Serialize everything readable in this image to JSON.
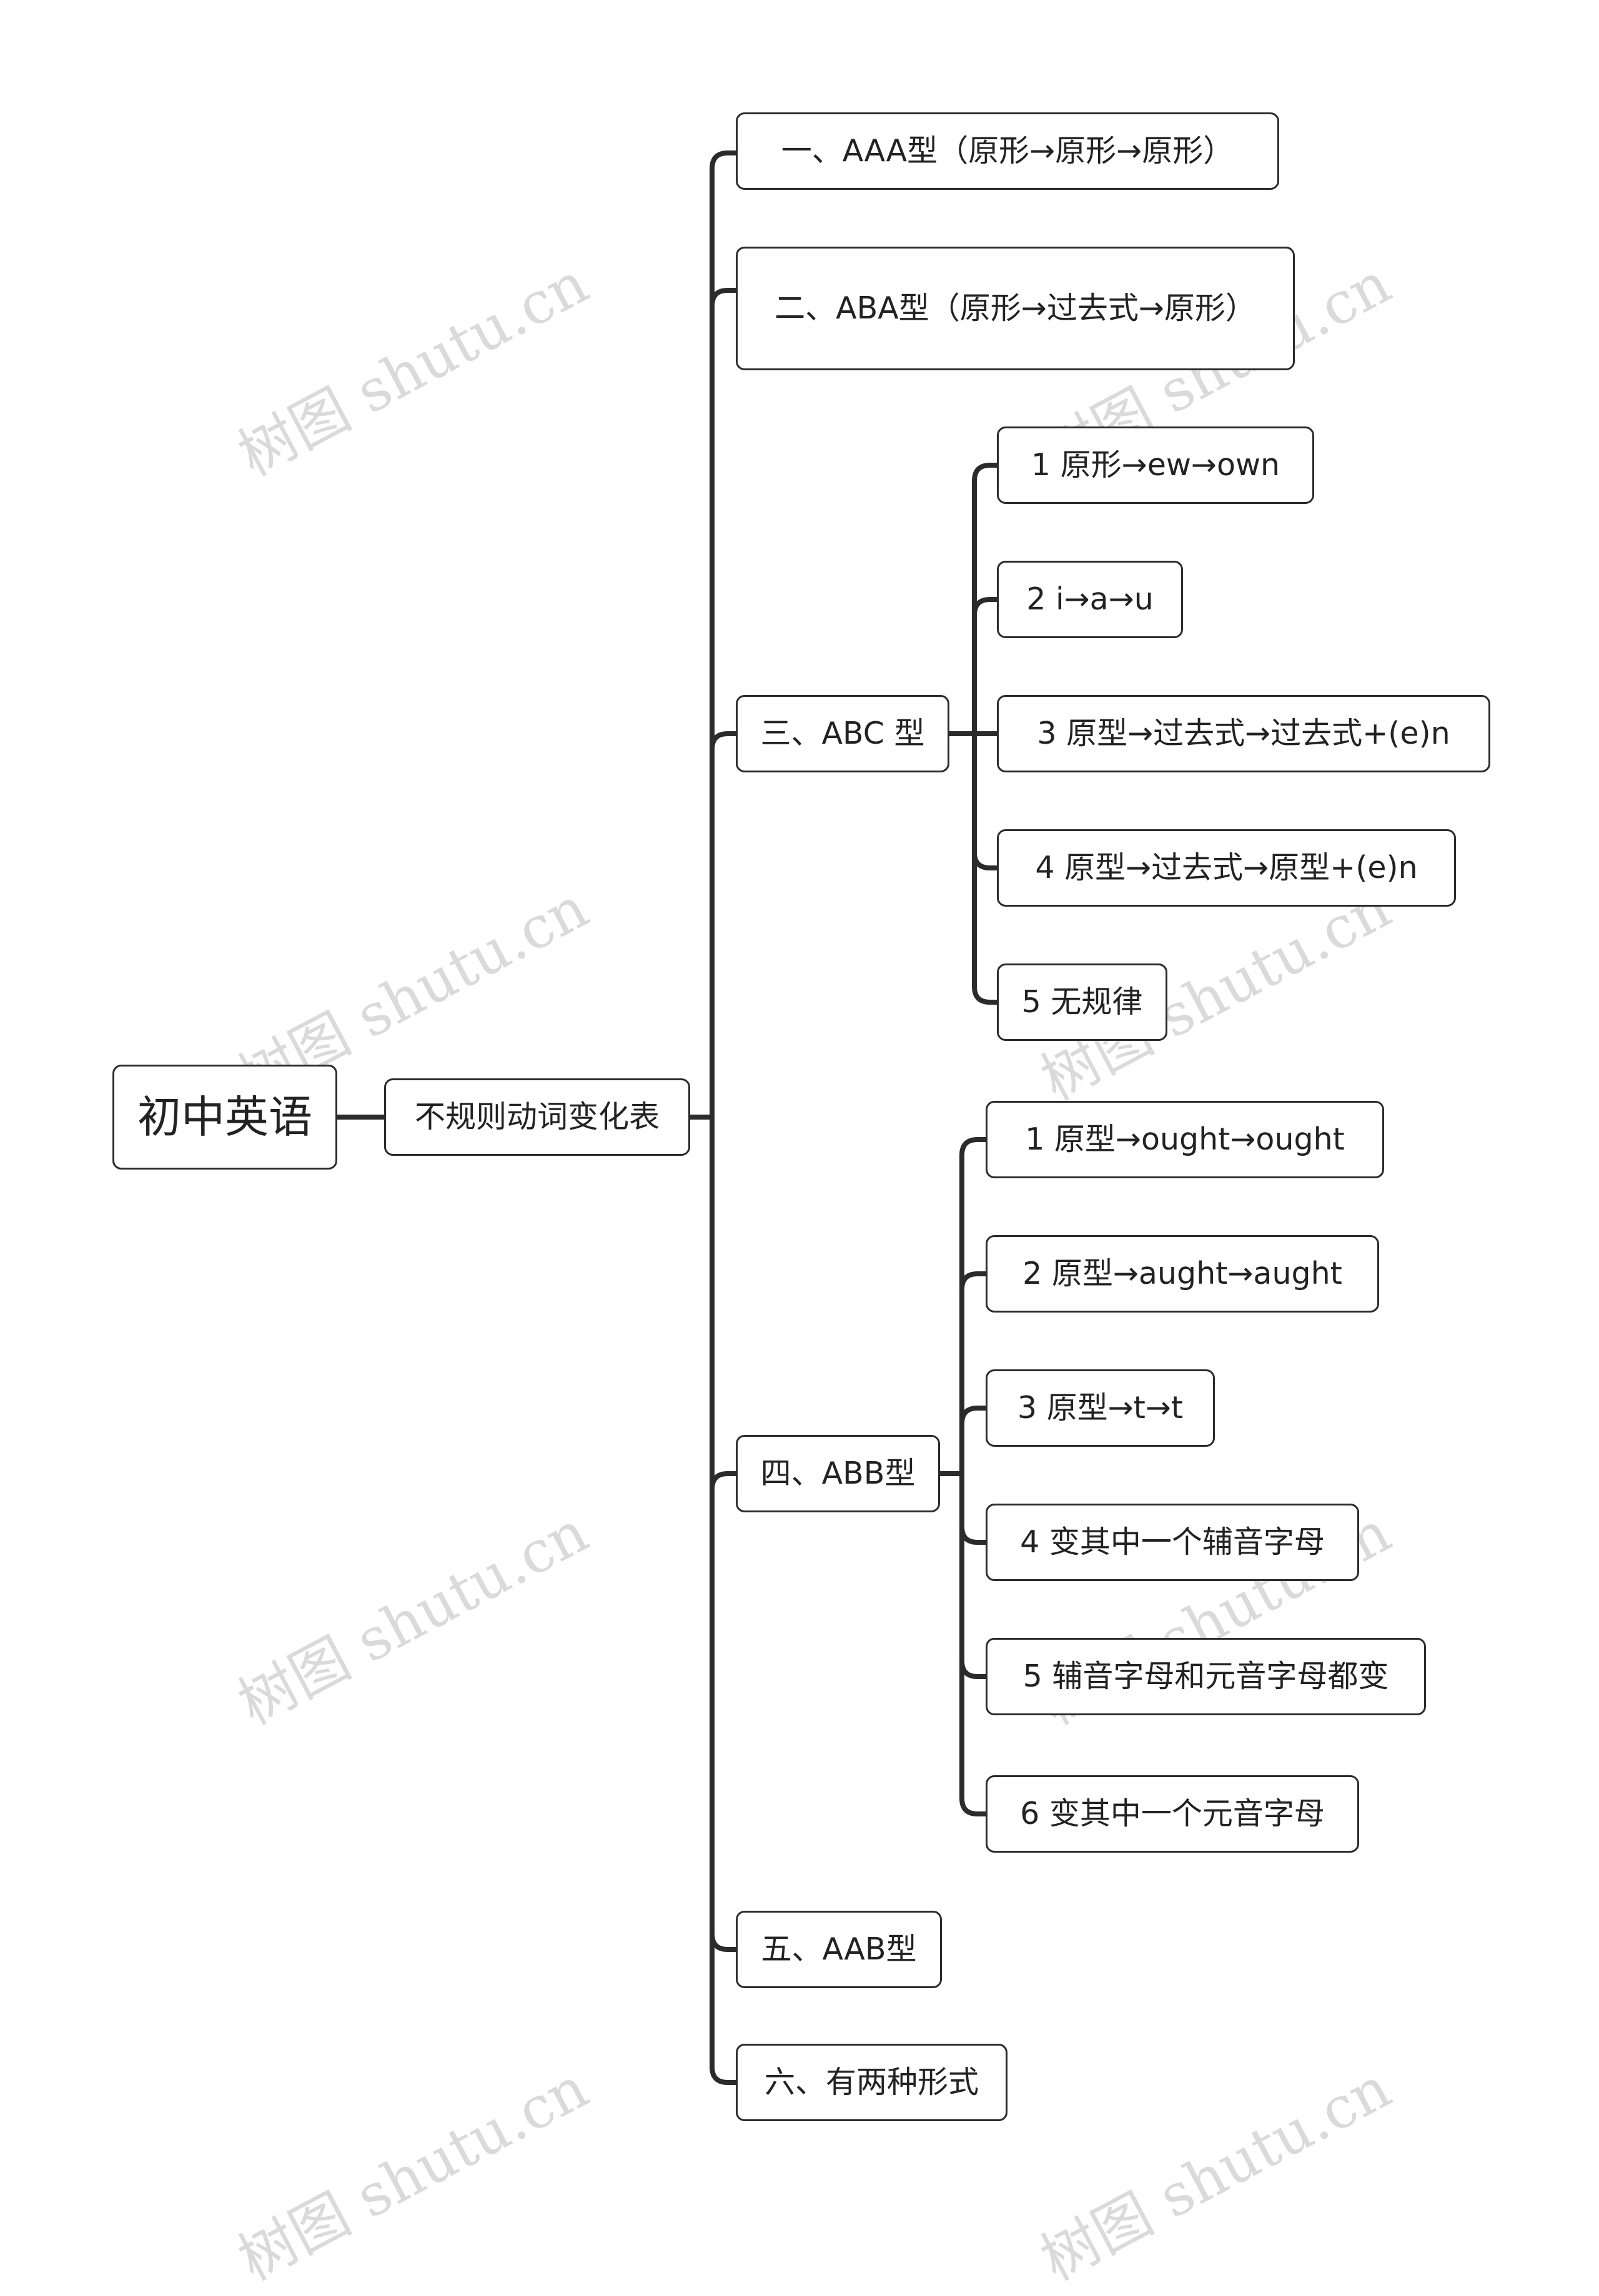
{
  "root": {
    "label": "初中英语"
  },
  "center": {
    "label": "不规则动词变化表"
  },
  "branches": [
    {
      "label": "一、AAA型（原形→原形→原形）"
    },
    {
      "label": "二、ABA型（原形→过去式→原形）"
    },
    {
      "label": "三、ABC 型",
      "children": [
        {
          "label": "1 原形→ew→own"
        },
        {
          "label": "2 i→a→u"
        },
        {
          "label": "3 原型→过去式→过去式+(e)n"
        },
        {
          "label": "4 原型→过去式→原型+(e)n"
        },
        {
          "label": "5 无规律"
        }
      ]
    },
    {
      "label": "四、ABB型",
      "children": [
        {
          "label": "1 原型→ought→ought"
        },
        {
          "label": "2 原型→aught→aught"
        },
        {
          "label": "3 原型→t→t"
        },
        {
          "label": "4 变其中一个辅音字母"
        },
        {
          "label": "5 辅音字母和元音字母都变"
        },
        {
          "label": "6 变其中一个元音字母"
        }
      ]
    },
    {
      "label": "五、AAB型"
    },
    {
      "label": "六、有两种形式"
    }
  ],
  "watermark": "树图 shutu.cn",
  "colors": {
    "line": "#2b2b2b",
    "border": "#2b2b2b",
    "text": "#222222"
  }
}
